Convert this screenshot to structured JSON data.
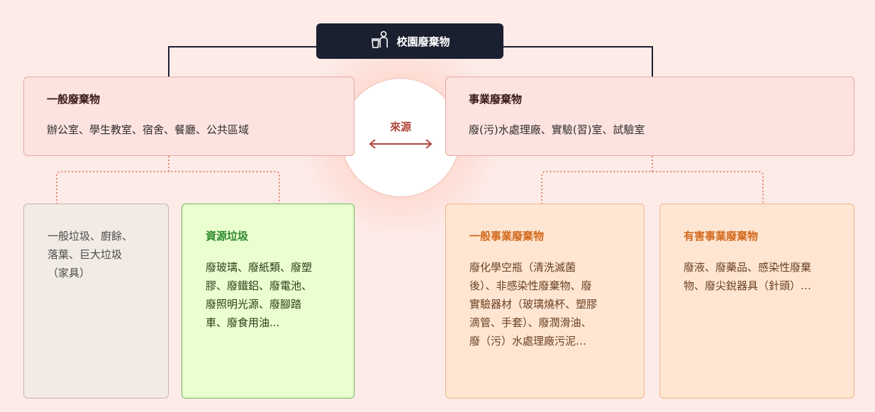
{
  "title": {
    "text": "校園廢棄物",
    "icon": "person-trash-icon"
  },
  "center": {
    "label": "來源",
    "icon": "double-arrow-icon"
  },
  "left_category": {
    "title": "一般廢棄物",
    "desc": "辦公室、學生教室、宿舍、餐廳、公共區域"
  },
  "right_category": {
    "title": "事業廢棄物",
    "desc": "廢(污)水處理廠、實驗(習)室、試驗室"
  },
  "leaves": {
    "general_trash": {
      "body": "一般垃圾、廚餘、\n落葉、巨大垃圾\n（家具）"
    },
    "recycle": {
      "title": "資源垃圾",
      "body": "廢玻璃、廢紙類、廢塑\n膠、廢鐵鋁、廢電池、\n廢照明光源、廢腳踏\n車、廢食用油..."
    },
    "general_industrial": {
      "title": "一般事業廢棄物",
      "body": "廢化學空瓶（清洗滅菌\n後）、非感染性廢棄物、廢\n實驗器材（玻璃燒杯、塑膠\n滴管、手套）、廢潤滑油、\n廢（污）水處理廠污泥…"
    },
    "hazardous_industrial": {
      "title": "有害事業廢棄物",
      "body": "廢液、廢藥品、感染性廢棄\n物、廢尖銳器具（針頭）…"
    }
  },
  "colors": {
    "background": "#fdebe8",
    "title_bg": "#1b2030",
    "category_bg": "#fde3df",
    "accent_red": "#b2453a",
    "green": "#2e8a2e",
    "orange": "#d2691e"
  }
}
